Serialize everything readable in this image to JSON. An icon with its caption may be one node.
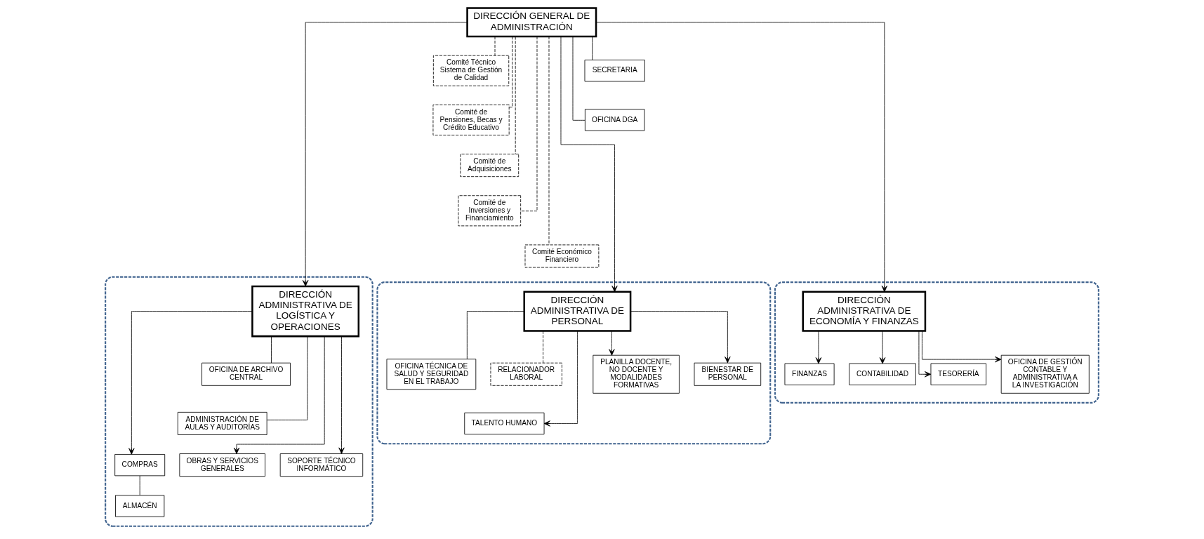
{
  "diagram": {
    "nodes": [
      {
        "text": [
          "DIRECCIÓN GENERAL DE ADMINISTRACIÓN"
        ]
      },
      {
        "text": [
          "SECRETARIA"
        ]
      },
      {
        "text": [
          "OFICINA DGA"
        ]
      },
      {
        "text": [
          "Comité Técnico Sistema de Gestión de Calidad"
        ]
      },
      {
        "text": [
          "Comité de Pensiones, Becas y Crédito Educativo"
        ]
      },
      {
        "text": [
          "Comité de Adquisiciones"
        ]
      },
      {
        "text": [
          "Comité de Inversiones y Financiamiento"
        ]
      },
      {
        "text": [
          "Comité Económico Financiero"
        ]
      },
      {
        "text": [],
        "shape": "box"
      },
      {
        "text": [
          "DIRECCIÓN ADMINISTRATIVA DE PERSONAL"
        ],
        "in": 8
      },
      {
        "text": [
          "OFICINA TÉCNICA DE SALUD Y SEGURIDAD EN EL TRABAJO"
        ],
        "in": 8
      },
      {
        "text": [
          "RELACIONADOR LABORAL"
        ],
        "in": 8
      },
      {
        "text": [
          "TALENTO HUMANO"
        ],
        "in": 8
      },
      {
        "text": [
          "PLANILLA DOCENTE, NO DOCENTE Y MODALIDADES FORMATIVAS"
        ],
        "in": 8
      },
      {
        "text": [
          "BIENESTAR DE PERSONAL"
        ],
        "in": 8
      },
      {
        "text": [],
        "shape": "box"
      },
      {
        "text": [
          "DIRECCIÓN ADMINISTRATIVA DE ECONOMÍA Y FINANZAS"
        ],
        "in": 15
      },
      {
        "text": [
          "FINANZAS"
        ],
        "in": 15
      },
      {
        "text": [
          "CONTABILIDAD"
        ],
        "in": 15
      },
      {
        "text": [
          "TESORERÍA"
        ],
        "in": 15
      },
      {
        "text": [
          "OFICINA DE GESTIÓN CONTABLE Y ADMINISTRATIVA A LA INVESTIGACIÓN"
        ],
        "in": 15
      },
      {
        "text": [],
        "shape": "box"
      },
      {
        "text": [
          "DIRECCIÓN ADMINISTRATIVA DE LOGÍSTICA Y OPERACIONES"
        ],
        "in": 21
      },
      {
        "text": [
          "OFICINA DE ARCHIVO CENTRAL"
        ],
        "in": 21
      },
      {
        "text": [
          "ADMINISTRACIÓN DE AULAS Y AUDITORÍAS"
        ],
        "in": 21
      },
      {
        "text": [
          "COMPRAS"
        ],
        "in": 21
      },
      {
        "text": [
          "ALMACÉN"
        ],
        "in": 21
      },
      {
        "text": [
          "OBRAS Y SERVICIOS GENERALES"
        ],
        "in": 21
      },
      {
        "text": [
          "SOPORTE TÉCNICO INFORMÁTICO"
        ],
        "in": 21
      }
    ],
    "edges": [
      {
        "from": 0,
        "to": 1,
        "arrow": "none"
      },
      {
        "from": 0,
        "to": 2,
        "arrow": "none"
      },
      {
        "from": 0,
        "to": 3,
        "arrow": "none",
        "style": "dashed"
      },
      {
        "from": 0,
        "to": 4,
        "arrow": "none",
        "style": "dashed"
      },
      {
        "from": 0,
        "to": 5,
        "arrow": "none",
        "style": "dashed"
      },
      {
        "from": 0,
        "to": 6,
        "arrow": "none",
        "style": "dashed"
      },
      {
        "from": 0,
        "to": 7,
        "arrow": "none",
        "style": "dashed"
      },
      {
        "from": 0,
        "to": 9,
        "arrow": "to"
      },
      {
        "from": 0,
        "to": 16,
        "arrow": "to"
      },
      {
        "from": 0,
        "to": 22,
        "arrow": "to"
      },
      {
        "from": 9,
        "to": 10,
        "arrow": "none"
      },
      {
        "from": 9,
        "to": 11,
        "arrow": "none",
        "style": "dashed"
      },
      {
        "from": 9,
        "to": 12,
        "arrow": "to"
      },
      {
        "from": 9,
        "to": 13,
        "arrow": "to"
      },
      {
        "from": 9,
        "to": 14,
        "arrow": "to"
      },
      {
        "from": 16,
        "to": 17,
        "arrow": "to"
      },
      {
        "from": 16,
        "to": 18,
        "arrow": "to"
      },
      {
        "from": 16,
        "to": 19,
        "arrow": "to"
      },
      {
        "from": 16,
        "to": 20,
        "arrow": "to"
      },
      {
        "from": 22,
        "to": 23,
        "arrow": "none"
      },
      {
        "from": 22,
        "to": 24,
        "arrow": "none"
      },
      {
        "from": 22,
        "to": 25,
        "arrow": "to"
      },
      {
        "from": 22,
        "to": 27,
        "arrow": "to"
      },
      {
        "from": 22,
        "to": 28,
        "arrow": "to"
      },
      {
        "from": 25,
        "to": 26,
        "arrow": "none"
      }
    ]
  }
}
